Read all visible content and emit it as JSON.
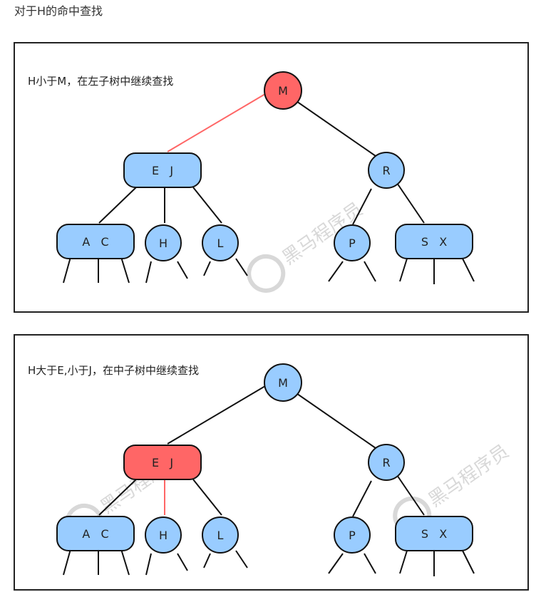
{
  "title": "对于H的命中查找",
  "colors": {
    "node_blue": "#99ccff",
    "node_red": "#ff6666",
    "edge_default": "#111111",
    "edge_highlight": "#ff6666",
    "watermark": "#d8d8d8"
  },
  "panels": [
    {
      "caption": "H小于M，在左子树中继续查找",
      "nodes": {
        "root": "M",
        "left": "E   J",
        "right": "R",
        "ac": "A   C",
        "h": "H",
        "l": "L",
        "p": "P",
        "sx": "S   X"
      },
      "highlight_nodes": [
        "root"
      ],
      "highlight_edges": [
        "root-left"
      ],
      "watermark": "黑马程序员"
    },
    {
      "caption": "H大于E,小于J，在中子树中继续查找",
      "nodes": {
        "root": "M",
        "left": "E   J",
        "right": "R",
        "ac": "A   C",
        "h": "H",
        "l": "L",
        "p": "P",
        "sx": "S   X"
      },
      "highlight_nodes": [
        "left"
      ],
      "highlight_edges": [
        "left-h"
      ],
      "watermark": "黑马程序员"
    }
  ]
}
